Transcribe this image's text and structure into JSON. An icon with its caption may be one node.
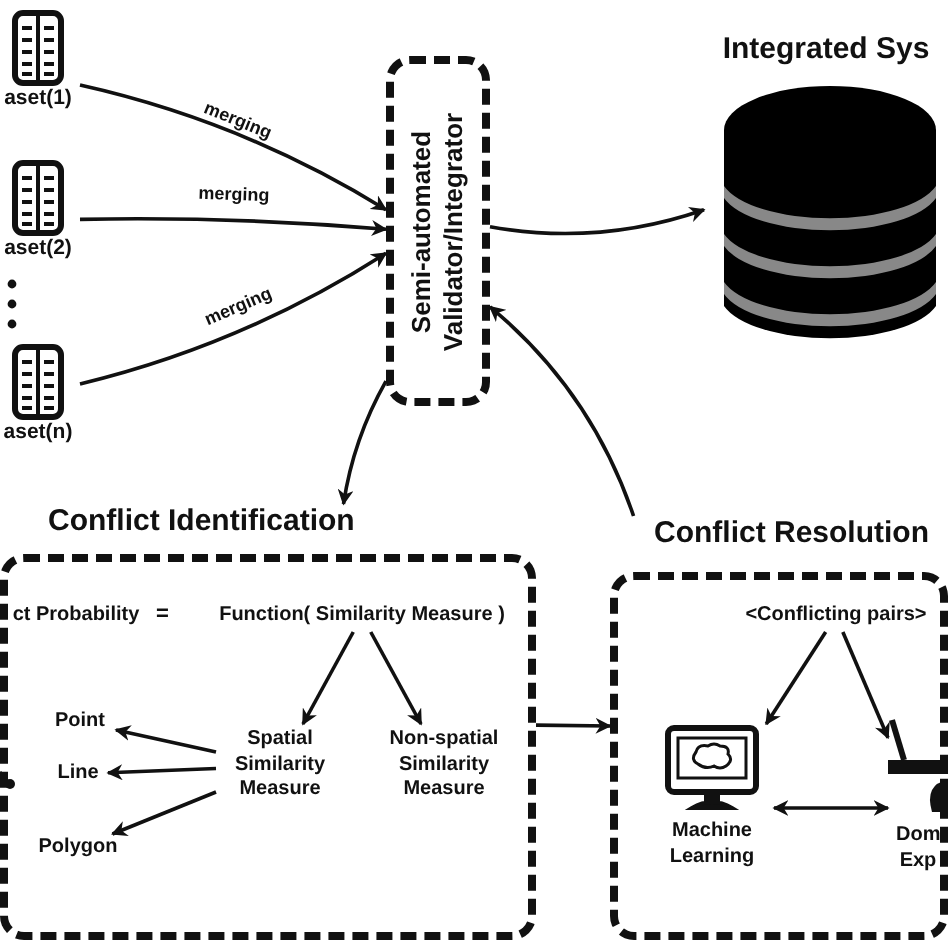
{
  "diagram": {
    "nodes": [
      {
        "text": [
          "aset(1)"
        ]
      },
      {
        "text": [
          "aset(2)"
        ]
      },
      {
        "text": [
          "aset(n)"
        ]
      },
      {
        "text": [
          "Semi-automated Validator/Integrator"
        ]
      },
      {
        "text": [
          "Integrated Sys"
        ]
      },
      {
        "text": [
          "Conflict Identification"
        ]
      },
      {
        "text": [
          "ct Probability"
        ],
        "in": 5
      },
      {
        "text": [
          "Function( Similarity Measure )"
        ],
        "in": 5
      },
      {
        "text": [
          "Spatial Similarity Measure"
        ],
        "in": 5
      },
      {
        "text": [
          "Non-spatial Similarity Measure"
        ],
        "in": 5
      },
      {
        "text": [
          "Point"
        ],
        "in": 5
      },
      {
        "text": [
          "Line"
        ],
        "in": 5
      },
      {
        "text": [
          "Polygon"
        ],
        "in": 5
      },
      {
        "text": [
          "Conflict Resolution"
        ]
      },
      {
        "text": [
          "<Conflicting pairs>"
        ],
        "in": 13
      },
      {
        "text": [
          "Machine Learning"
        ],
        "in": 13
      },
      {
        "text": [
          "Dom Exp"
        ],
        "in": 13
      }
    ],
    "edges": [
      {
        "from": 0,
        "to": 3,
        "arrow": "to",
        "label": "merging"
      },
      {
        "from": 1,
        "to": 3,
        "arrow": "to",
        "label": "merging"
      },
      {
        "from": 2,
        "to": 3,
        "arrow": "to",
        "label": "merging"
      },
      {
        "from": 3,
        "to": 4,
        "arrow": "to"
      },
      {
        "from": 3,
        "to": 5,
        "arrow": "to"
      },
      {
        "from": 13,
        "to": 3,
        "arrow": "to"
      },
      {
        "from": 5,
        "to": 13,
        "arrow": "to"
      },
      {
        "from": 7,
        "to": 8,
        "arrow": "to"
      },
      {
        "from": 7,
        "to": 9,
        "arrow": "to"
      },
      {
        "from": 8,
        "to": 10,
        "arrow": "to"
      },
      {
        "from": 8,
        "to": 11,
        "arrow": "to"
      },
      {
        "from": 8,
        "to": 12,
        "arrow": "to"
      },
      {
        "from": 14,
        "to": 15,
        "arrow": "to"
      },
      {
        "from": 14,
        "to": 16,
        "arrow": "to"
      },
      {
        "from": 15,
        "to": 16,
        "arrow": "both"
      }
    ],
    "labels": [
      "="
    ]
  }
}
